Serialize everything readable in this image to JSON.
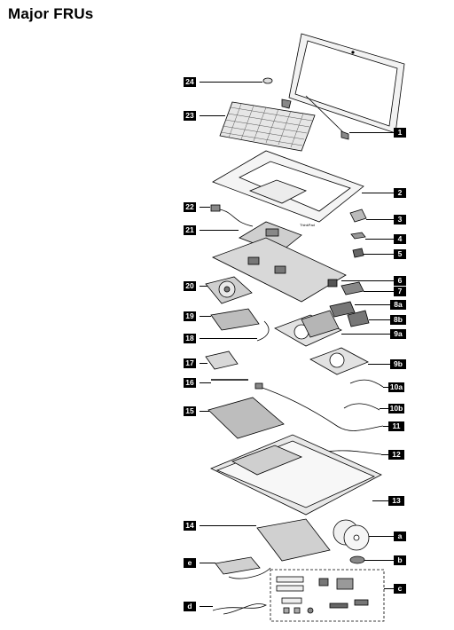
{
  "title": "Major FRUs",
  "callouts_left": [
    "24",
    "23",
    "22",
    "21",
    "20",
    "19",
    "18",
    "17",
    "16",
    "15",
    "14",
    "e",
    "d"
  ],
  "callouts_right": [
    "1",
    "2",
    "3",
    "4",
    "5",
    "6",
    "7",
    "8a",
    "8b",
    "9a",
    "9b",
    "10a",
    "10b",
    "11",
    "12",
    "13",
    "a",
    "b",
    "c"
  ],
  "tags": {
    "laptop_brand": "ThinkPad"
  },
  "colors": {
    "line": "#000000",
    "label_bg": "#000000",
    "label_text": "#ffffff"
  }
}
